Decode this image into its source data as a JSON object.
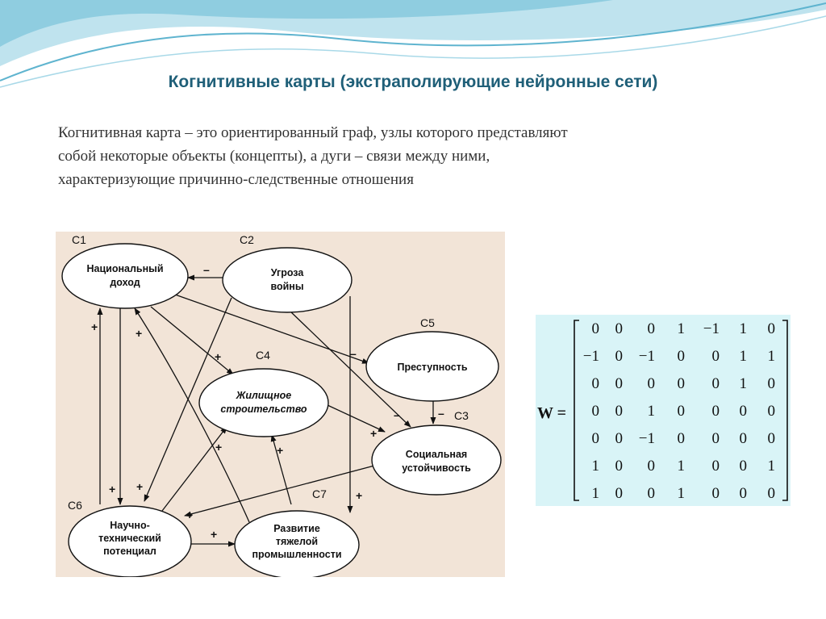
{
  "title": "Когнитивные карты (экстраполирующие нейронные сети)",
  "definition": {
    "line1": "Когнитивная карта – это ориентированный граф, узлы которого представляют",
    "line2": "собой некоторые объекты (концепты), а дуги – связи между ними,",
    "line3": "характеризующие причинно-следственные отношения"
  },
  "diagram": {
    "nodes": {
      "c1": {
        "code": "C1",
        "line1": "Национальный",
        "line2": "доход"
      },
      "c2": {
        "code": "C2",
        "line1": "Угроза",
        "line2": "войны"
      },
      "c3": {
        "code": "C3",
        "line1": "Социальная",
        "line2": "устойчивость"
      },
      "c4": {
        "code": "C4",
        "line1": "Жилищное",
        "line2": "строительство"
      },
      "c5": {
        "code": "C5",
        "line1": "Преступность"
      },
      "c6": {
        "code": "C6",
        "line1": "Научно-",
        "line2": "технический",
        "line3": "потенциал"
      },
      "c7": {
        "code": "C7",
        "line1": "Развитие",
        "line2": "тяжелой",
        "line3": "промышленности"
      }
    },
    "signs": {
      "plus": "+",
      "minus": "–"
    }
  },
  "matrix": {
    "label": "W =",
    "rows": [
      [
        "0",
        "0",
        "0",
        "1",
        "−1",
        "1",
        "0"
      ],
      [
        "−1",
        "0",
        "−1",
        "0",
        "0",
        "1",
        "1"
      ],
      [
        "0",
        "0",
        "0",
        "0",
        "0",
        "1",
        "0"
      ],
      [
        "0",
        "0",
        "1",
        "0",
        "0",
        "0",
        "0"
      ],
      [
        "0",
        "0",
        "−1",
        "0",
        "0",
        "0",
        "0"
      ],
      [
        "1",
        "0",
        "0",
        "1",
        "0",
        "0",
        "1"
      ],
      [
        "1",
        "0",
        "0",
        "1",
        "0",
        "0",
        "0"
      ]
    ]
  },
  "colors": {
    "title": "#1f5f78",
    "diagram_background": "#f2e4d7",
    "matrix_background": "#d9f4f7",
    "wave": "#5fb4cf"
  }
}
